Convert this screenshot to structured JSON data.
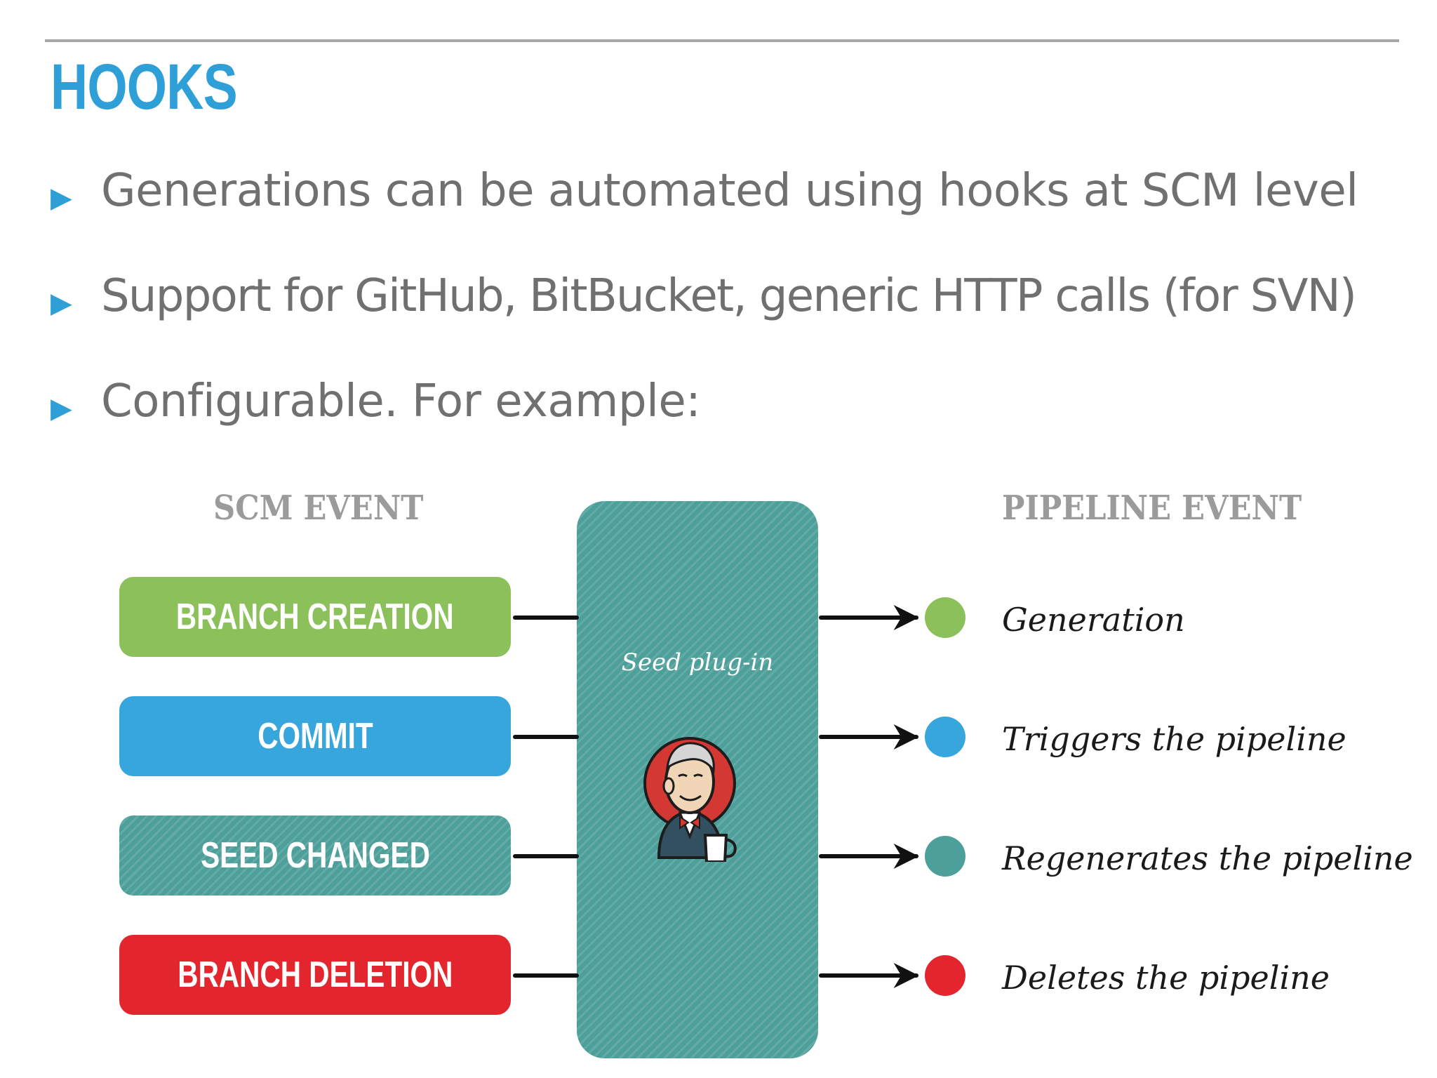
{
  "slide": {
    "title": "HOOKS",
    "bullets": [
      "Generations can be automated using hooks at SCM level",
      "Support for GitHub, BitBucket, generic HTTP calls (for SVN)",
      "Configurable. For example:"
    ]
  },
  "diagram": {
    "left_heading": "SCM EVENT",
    "right_heading": "PIPELINE EVENT",
    "center_label": "Seed plug-in",
    "center_icon": "jenkins-butler-icon",
    "rows": [
      {
        "scm_event": "BRANCH CREATION",
        "pipeline_event": "Generation",
        "color": "#8cc05b"
      },
      {
        "scm_event": "COMMIT",
        "pipeline_event": "Triggers the pipeline",
        "color": "#36a6dc"
      },
      {
        "scm_event": "SEED CHANGED",
        "pipeline_event": "Regenerates the pipeline",
        "color": "#4d9f9a"
      },
      {
        "scm_event": "BRANCH DELETION",
        "pipeline_event": "Deletes the pipeline",
        "color": "#e3262e"
      }
    ]
  }
}
